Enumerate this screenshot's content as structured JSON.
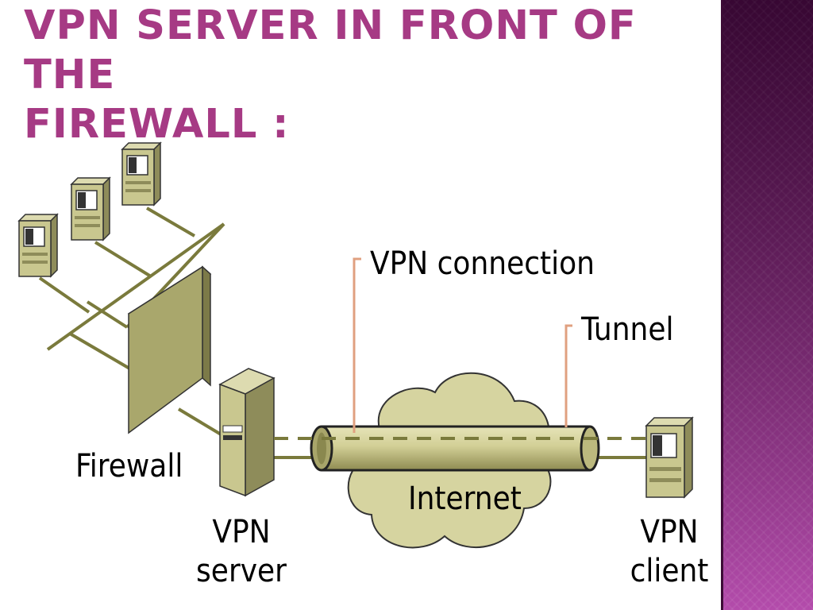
{
  "slide": {
    "title_line1": "VPN SERVER IN FRONT OF THE",
    "title_line2": "FIREWALL :",
    "accent_color": "#a63a84",
    "panel_color": "#6a2460"
  },
  "diagram": {
    "labels": {
      "firewall": "Firewall",
      "vpn_connection": "VPN connection",
      "tunnel": "Tunnel",
      "internet": "Internet",
      "vpn_server_line1": "VPN",
      "vpn_server_line2": "server",
      "vpn_client_line1": "VPN",
      "vpn_client_line2": "client"
    },
    "icons": [
      "computer-icon",
      "firewall-icon",
      "server-icon",
      "cloud-icon",
      "tunnel-icon"
    ]
  }
}
